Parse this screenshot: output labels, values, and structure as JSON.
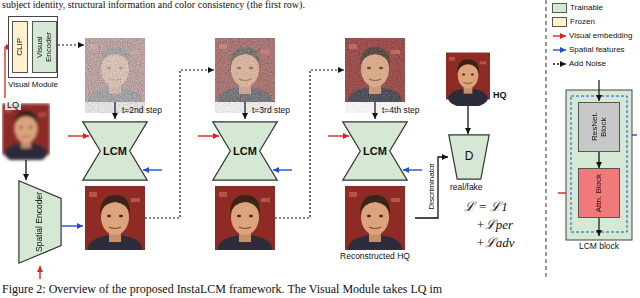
{
  "diagram": {
    "caption": "Figure 2: Overview of the proposed InstaLCM framework. The Visual Module takes LQ im",
    "nodes": [
      {
        "text": [
          "Visual Module"
        ]
      },
      {
        "text": [
          "CLIP"
        ],
        "in": 0
      },
      {
        "text": [
          "Visual Encoder"
        ],
        "in": 0
      },
      {
        "text": [
          "LQ"
        ]
      },
      {
        "text": [
          "Spatial Encoder"
        ]
      },
      {
        "text": [
          "LCM"
        ]
      },
      {
        "text": [
          "LCM"
        ]
      },
      {
        "text": [
          "LCM"
        ]
      },
      {
        "text": [
          "Reconstructed HQ"
        ]
      },
      {
        "text": [
          "HQ"
        ]
      },
      {
        "text": [
          "D"
        ]
      },
      {
        "text": [
          "LCM block"
        ]
      },
      {
        "text": [
          "ResNet. Block"
        ],
        "in": 11
      },
      {
        "text": [
          "Attn. Block"
        ],
        "in": 11
      }
    ],
    "edges": [
      {
        "from": 3,
        "to": 1,
        "arrow": "to"
      },
      {
        "from": 3,
        "to": 4,
        "arrow": "to"
      },
      {
        "from": 8,
        "to": 10,
        "label": "Discriminator",
        "arrow": "to"
      },
      {
        "from": 9,
        "to": 10,
        "arrow": "to"
      },
      {
        "from": 12,
        "to": 13,
        "arrow": "to"
      }
    ],
    "labels": [
      "subject identity, structural information and color consistency (the first row).",
      "t=2nd step",
      "t=3rd step",
      "t=4th step",
      "real/fake",
      "ℒ = ℒ1",
      "+ℒper",
      "+ℒadv"
    ],
    "legend": [
      {
        "text": "Trainable",
        "color": "#d5e8d4"
      },
      {
        "text": "Frozen",
        "color": "#fff2cc"
      },
      {
        "text": "Visual embedding"
      },
      {
        "text": "Spatial features"
      },
      {
        "text": "Add Noise"
      }
    ]
  }
}
